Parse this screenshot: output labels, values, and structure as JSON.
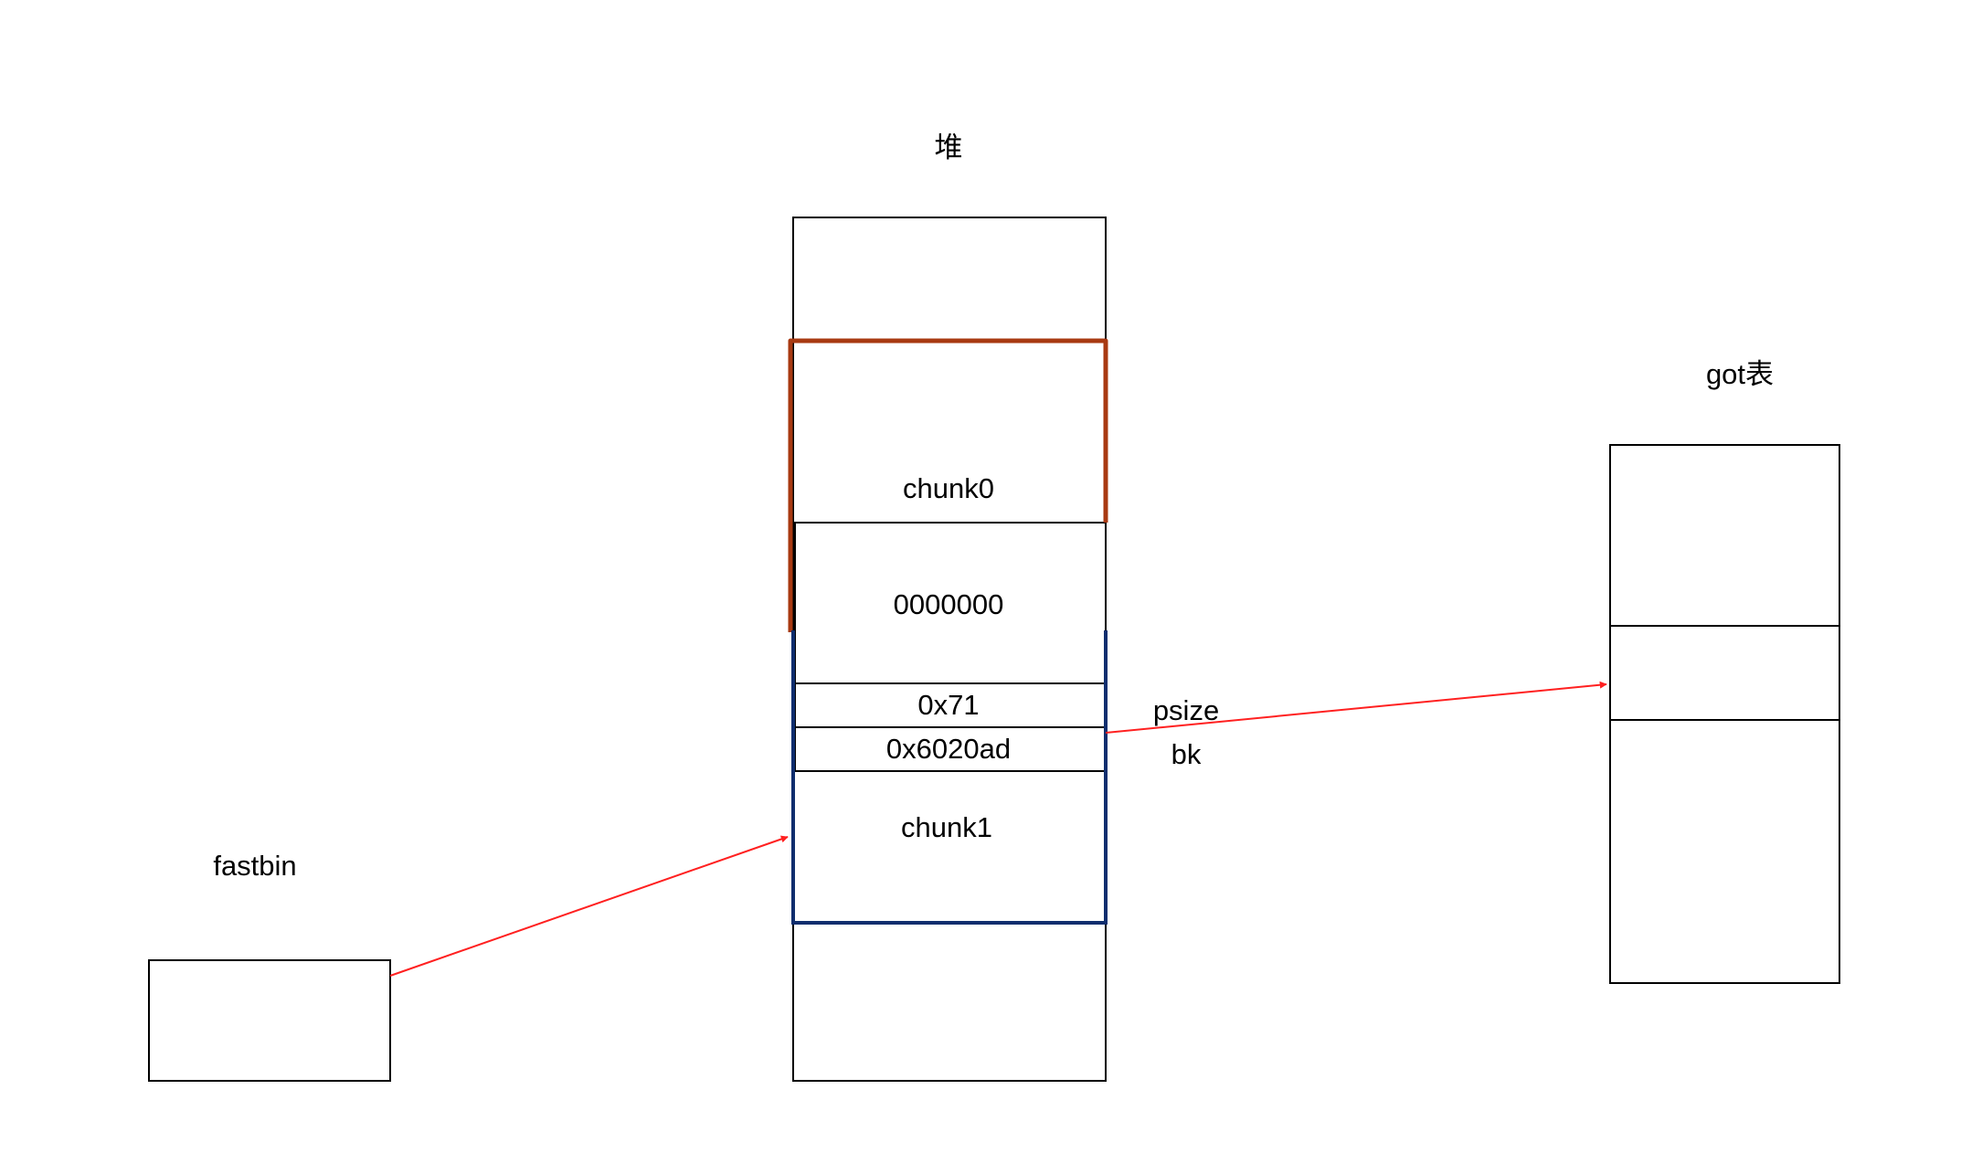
{
  "labels": {
    "heap_title": "堆",
    "got_title": "got表",
    "fastbin_title": "fastbin",
    "chunk0": "chunk0",
    "zero_field": "0000000",
    "size_field": "0x71",
    "fd_field": "0x6020ad",
    "chunk1": "chunk1",
    "psize": "psize",
    "bk": "bk"
  },
  "colors": {
    "outline": "#000000",
    "chunk0_border": "#a83a12",
    "chunk1_border": "#0f2e6e",
    "arrow": "#ff2020",
    "background": "#ffffff"
  }
}
